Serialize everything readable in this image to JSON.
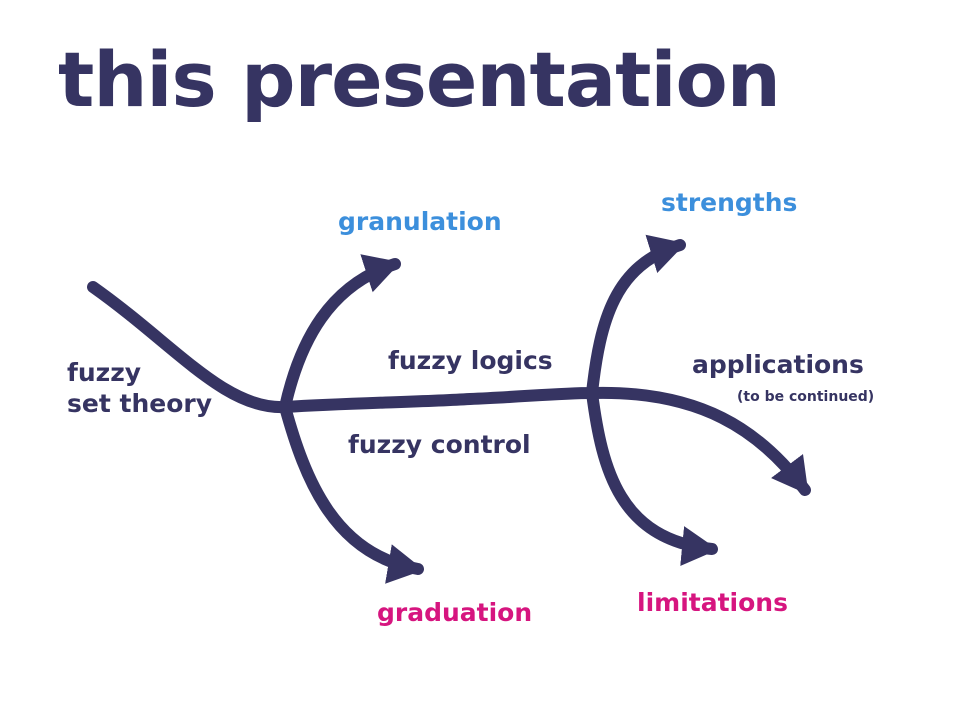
{
  "slide": {
    "title": "this presentation"
  },
  "labels": {
    "fuzzy_line1": "fuzzy",
    "fuzzy_line2": "set theory",
    "granulation": "granulation",
    "graduation": "graduation",
    "fuzzy_logics": "fuzzy logics",
    "fuzzy_control": "fuzzy control",
    "strengths": "strengths",
    "limitations": "limitations",
    "applications": "applications",
    "applications_note": "(to be continued)"
  },
  "colors": {
    "arrow": "#363462",
    "text_dark": "#363462",
    "accent_blue": "#3c8fdc",
    "accent_pink": "#d6157f"
  }
}
